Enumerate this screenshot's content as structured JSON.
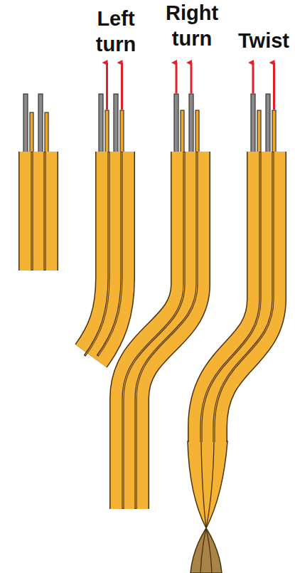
{
  "diagram": {
    "labels": [
      "Left turn",
      "Right turn",
      "Twist"
    ]
  }
}
